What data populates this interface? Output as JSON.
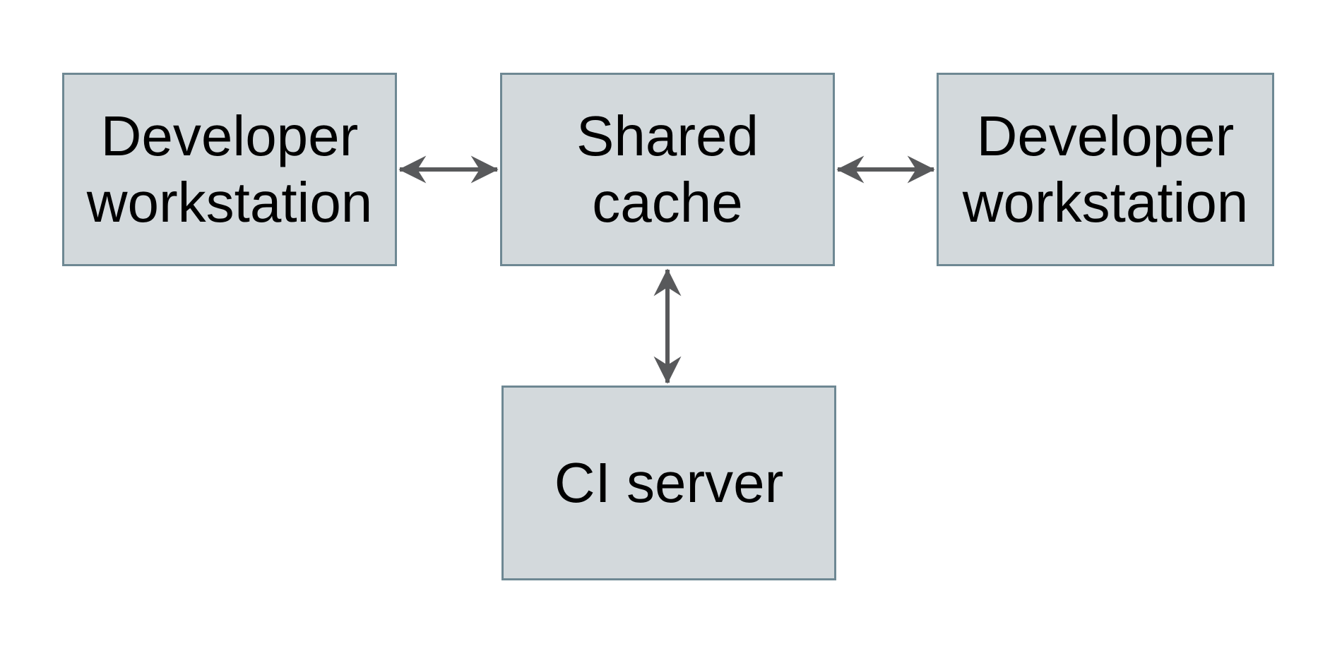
{
  "diagram": {
    "type": "architecture-diagram",
    "nodes": {
      "left": {
        "label": "Developer\nworkstation"
      },
      "center": {
        "label": "Shared\ncache"
      },
      "right": {
        "label": "Developer\nworkstation"
      },
      "bottom": {
        "label": "CI server"
      }
    },
    "edges": [
      {
        "from": "Developer workstation (left)",
        "to": "Shared cache",
        "direction": "bidirectional"
      },
      {
        "from": "Shared cache",
        "to": "Developer workstation (right)",
        "direction": "bidirectional"
      },
      {
        "from": "Shared cache",
        "to": "CI server",
        "direction": "bidirectional"
      }
    ],
    "colors": {
      "background": "#ffffff",
      "node_fill": "#d3d9dc",
      "node_border": "#6e8893",
      "arrow": "#58595b",
      "text": "#000000"
    }
  }
}
